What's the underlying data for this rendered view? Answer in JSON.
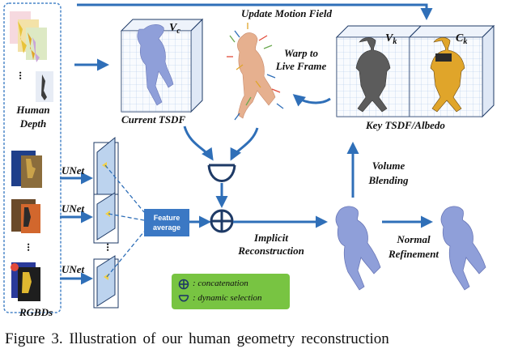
{
  "labels": {
    "update_motion_field": "Update Motion Field",
    "human_depth_line1": "Human",
    "human_depth_line2": "Depth",
    "current_tsdf": "Current TSDF",
    "warp_line1": "Warp to",
    "warp_line2": "Live Frame",
    "key_tsdf_albedo": "Key TSDF/Albedo",
    "vc": "V",
    "vc_sub": "c",
    "vk": "V",
    "vk_sub": "k",
    "ck": "C",
    "ck_sub": "k",
    "unet_1": "UNet",
    "unet_2": "UNet",
    "unet_3": "UNet",
    "feature_average_line1": "Feature",
    "feature_average_line2": "average",
    "implicit_line1": "Implicit",
    "implicit_line2": "Reconstruction",
    "volume_line1": "Volume",
    "volume_line2": "Blending",
    "normal_line1": "Normal",
    "normal_line2": "Refinement",
    "rgbds": "RGBDs",
    "ellipsis_1": "...",
    "ellipsis_2": "...",
    "ellipsis_3": "..."
  },
  "legend": {
    "concatenation": ": concatenation",
    "dynamic_selection": ": dynamic selection"
  },
  "caption": "Figure 3.   Illustration of our human geometry reconstruction",
  "colors": {
    "arrow_blue": "#2f6fb8",
    "panel_border": "#4a86c8",
    "mesh_blue": "#8f9fd9",
    "feature_box": "#3b78c4",
    "legend_bg": "#78c442",
    "cube_face": "#eef3fb",
    "grid_line": "#8fb0dd",
    "albedo_yellow": "#e0a52a",
    "dark_navy": "#1e3a66"
  }
}
